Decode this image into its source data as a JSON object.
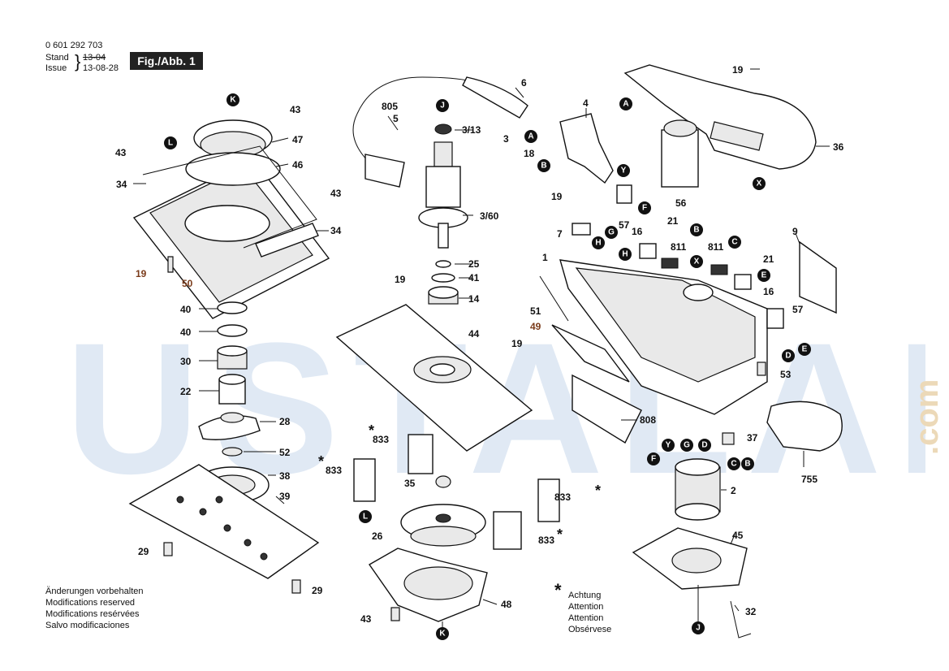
{
  "header": {
    "doc_number": "0 601 292 703",
    "stand_label": "Stand",
    "issue_label": "Issue",
    "old_date": "13-04",
    "date": "13-08-28",
    "figure_label": "Fig./Abb. 1"
  },
  "watermark": {
    "text": "USTALARA",
    "suffix": ".com",
    "color_primary": "#9fb9d9",
    "color_accent": "#f3d9b0"
  },
  "footer": {
    "notes": [
      "Änderungen vorbehalten",
      "Modifications reserved",
      "Modifications resérvées",
      "Salvo modificaciones"
    ],
    "attention_marker": "*",
    "attention": [
      "Achtung",
      "Attention",
      "Attention",
      "Obsérvese"
    ]
  },
  "parts": {
    "p1": "1",
    "p2": "2",
    "p3": "3",
    "p3_13": "3/13",
    "p3_60": "3/60",
    "p4": "4",
    "p5": "5",
    "p6": "6",
    "p7": "7",
    "p9": "9",
    "p14": "14",
    "p16a": "16",
    "p16b": "16",
    "p18": "18",
    "p19a": "19",
    "p19b": "19",
    "p19c": "19",
    "p19d": "19",
    "p19e": "19",
    "p21a": "21",
    "p21b": "21",
    "p22": "22",
    "p25": "25",
    "p26": "26",
    "p28": "28",
    "p29a": "29",
    "p29b": "29",
    "p30": "30",
    "p32": "32",
    "p34a": "34",
    "p34b": "34",
    "p35": "35",
    "p36": "36",
    "p37": "37",
    "p38": "38",
    "p39": "39",
    "p40a": "40",
    "p40b": "40",
    "p41": "41",
    "p43a": "43",
    "p43b": "43",
    "p43c": "43",
    "p43d": "43",
    "p44": "44",
    "p45": "45",
    "p46": "46",
    "p47": "47",
    "p48": "48",
    "p49": "49",
    "p50": "50",
    "p51": "51",
    "p52": "52",
    "p53": "53",
    "p56": "56",
    "p57a": "57",
    "p57b": "57",
    "p755": "755",
    "p805": "805",
    "p808": "808",
    "p811a": "811",
    "p811b": "811",
    "p833a": "833",
    "p833b": "833",
    "p833c": "833",
    "p833d": "833"
  },
  "connectors": {
    "A": "A",
    "B": "B",
    "C": "C",
    "D": "D",
    "E": "E",
    "F": "F",
    "G": "G",
    "H": "H",
    "J": "J",
    "K": "K",
    "L": "L",
    "X": "X",
    "Y": "Y"
  }
}
